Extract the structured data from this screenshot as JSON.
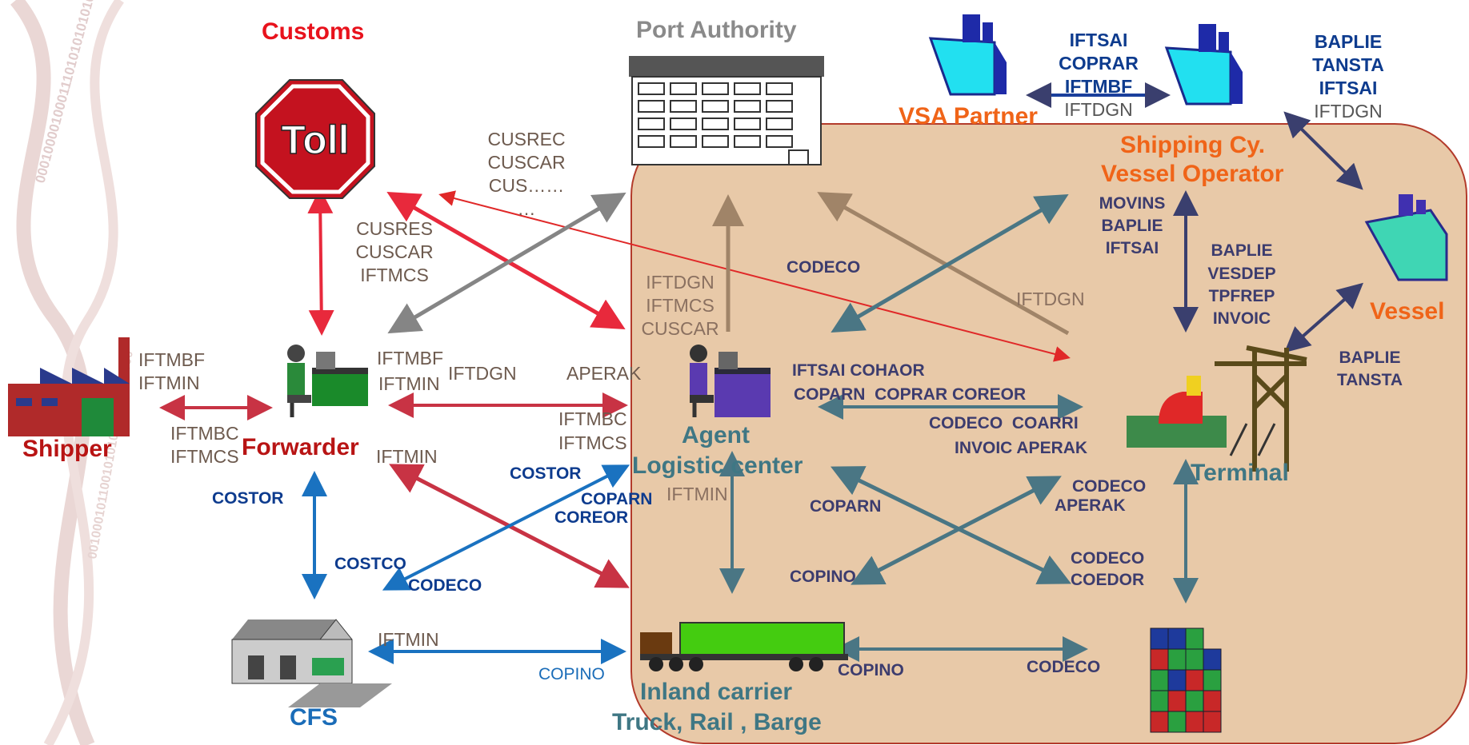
{
  "colors": {
    "zone_fill": "#e8c9a8",
    "zone_border": "#b33b2b",
    "red_arrow": "#e8293c",
    "grey_arrow": "#858585",
    "tan_arrow": "#a08468",
    "teal_arrow": "#4a7684",
    "blue_arrow": "#1a72c0",
    "navy_arrow": "#3a3f6e",
    "pink_arrow": "#c83344"
  },
  "actors": {
    "customs": "Customs",
    "toll_sign": "Toll",
    "port_authority": "Port Authority",
    "vsa_partner": "VSA Partner",
    "shipping_line1": "Shipping Cy.",
    "shipping_line2": "Vessel Operator",
    "vessel": "Vessel",
    "shipper": "Shipper",
    "forwarder": "Forwarder",
    "agent": "Agent",
    "logistic_center": "Logistic center",
    "terminal": "Terminal",
    "cfs": "CFS",
    "inland_carrier": "Inland carrier",
    "transport_modes": "Truck, Rail , Barge"
  },
  "messages": {
    "vsa_iftsai": "IFTSAI",
    "vsa_coprar": "COPRAR",
    "vsa_iftmbf": "IFTMBF",
    "vsa_iftdgn": "IFTDGN",
    "ves_baplie": "BAPLIE",
    "ves_tansta": "TANSTA",
    "ves_iftsai": "IFTSAI",
    "ves_iftdgn": "IFTDGN",
    "pa_cusrec": "CUSREC",
    "pa_cuscar": "CUSCAR",
    "pa_cus": "CUS……",
    "pa_more": "…",
    "fw_cusres": "CUSRES",
    "fw_cuscar": "CUSCAR",
    "fw_iftmcs": "IFTMCS",
    "sh_iftmbf": "IFTMBF",
    "sh_iftmin": "IFTMIN",
    "sh_iftmbc": "IFTMBC",
    "sh_iftmcs": "IFTMCS",
    "fa_iftmbf": "IFTMBF",
    "fa_iftmin": "IFTMIN",
    "fa_iftdgn": "IFTDGN",
    "fa_aperak": "APERAK",
    "fa_iftmbc": "IFTMBC",
    "fa_iftmcs": "IFTMCS",
    "fi_iftmin": "IFTMIN",
    "cfs_costor": "COSTOR",
    "fc_costor": "COSTOR",
    "fc_copan": "COPARN",
    "fc_coreor": "COREOR",
    "fc_costco": "COSTCO",
    "fc_codeco": "CODECO",
    "ag_iftdgn": "IFTDGN",
    "ag_iftmcs": "IFTMCS",
    "ag_cuscar": "CUSCAR",
    "ag_codeco": "CODECO",
    "pa_iftdgn": "IFTDGN",
    "at_line1": "IFTSAI COHAOR",
    "at_line2": "COPARN  COPRAR COREOR",
    "at_line3": "CODECO  COARRI",
    "at_line4": "INVOIC APERAK",
    "ai_iftmin": "IFTMIN",
    "sc_movins": "MOVINS",
    "sc_baplie": "BAPLIE",
    "sc_iftsai": "IFTSAI",
    "st_baplie": "BAPLIE",
    "st_vesdep": "VESDEP",
    "st_tpfrep": "TPFREP",
    "st_invoic": "INVOIC",
    "vt_baplie": "BAPLIE",
    "vt_tansta": "TANSTA",
    "x_coparn": "COPARN",
    "x_codeco": "CODECO",
    "x_aperak": "APERAK",
    "x_copino": "COPINO",
    "ty_codeco": "CODECO",
    "ty_coedor": "COEDOR",
    "cfs_iftmin": "IFTMIN",
    "cfs_copino": "COPINO",
    "ic_copino": "COPINO",
    "ic_codeco": "CODECO"
  },
  "icons": {
    "toll": "stop-sign-icon",
    "building": "office-building-icon",
    "ship": "container-ship-icon",
    "factory": "factory-icon",
    "desk": "office-worker-icon",
    "crane": "gantry-crane-icon",
    "warehouse": "warehouse-icon",
    "truck": "truck-icon",
    "containers": "container-stack-icon",
    "binary": "binary-helix-icon"
  }
}
